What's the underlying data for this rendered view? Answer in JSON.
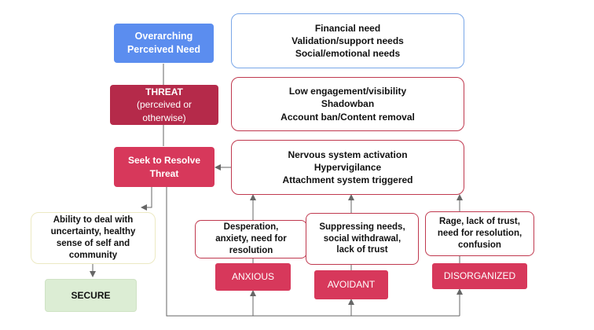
{
  "colors": {
    "blue": "#5b8def",
    "dark_red": "#b52a4a",
    "red": "#d7385b",
    "red_border": "#c0394f",
    "blue_border": "#7aa7e8",
    "green": "#dcedd4",
    "green_border": "#cfe3c4",
    "cream_border": "#ece9c3",
    "line": "#666666"
  },
  "nodes": {
    "need": {
      "lines": [
        "Overarching",
        "Perceived Need"
      ]
    },
    "threat": {
      "title": "THREAT",
      "lines": [
        "(perceived or",
        "otherwise)"
      ]
    },
    "resolve": {
      "lines": [
        "Seek to Resolve",
        "Threat"
      ]
    },
    "needs_list": {
      "lines": [
        "Financial need",
        "Validation/support needs",
        "Social/emotional needs"
      ]
    },
    "threat_list": {
      "lines": [
        "Low engagement/visibility",
        "Shadowban",
        "Account ban/Content removal"
      ]
    },
    "nervous": {
      "lines": [
        "Nervous system activation",
        "Hypervigilance",
        "Attachment system triggered"
      ]
    },
    "ability": {
      "lines": [
        "Ability to deal with",
        "uncertainty, healthy",
        "sense of self and",
        "community"
      ]
    },
    "secure": {
      "label": "SECURE"
    },
    "anx_desc": {
      "lines": [
        "Desperation,",
        "anxiety, need for",
        "resolution"
      ]
    },
    "avo_desc": {
      "lines": [
        "Suppressing needs,",
        "social withdrawal,",
        "lack of trust"
      ]
    },
    "dis_desc": {
      "lines": [
        "Rage, lack of trust,",
        "need for resolution,",
        "confusion"
      ]
    },
    "anxious": {
      "label": "ANXIOUS"
    },
    "avoidant": {
      "label": "AVOIDANT"
    },
    "disorganized": {
      "label": "DISORGANIZED"
    }
  }
}
